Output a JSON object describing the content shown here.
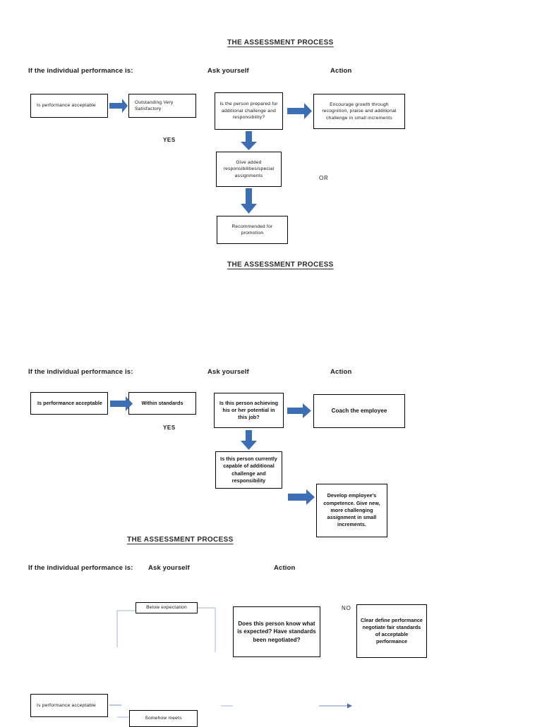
{
  "document": {
    "title": "THE ASSESSMENT PROCESS"
  },
  "colors": {
    "arrow_blue": "#3b6eb5",
    "thin_connector_blue": "#9fb6d9",
    "box_border": "#000000",
    "text": "#111111",
    "page_background": "#ffffff"
  },
  "sections": [
    {
      "id": "section-1",
      "title": "THE ASSESSMENT PROCESS",
      "headers": {
        "left": "If the individual performance is:",
        "middle": "Ask yourself",
        "right": "Action"
      },
      "flags": {
        "yes": "YES",
        "or": "OR"
      },
      "boxes": {
        "performance": "Is performance acceptable",
        "rating": "Outstanding Very Satisfactory",
        "question": "Is the person prepared for additional challenge and responsibility?",
        "action": "Encourage growth through recognition, praise and additional challenge in small increments",
        "added_responsibility": "Give added responsibilities/special assignments",
        "promotion": "Recommended for promotion"
      }
    },
    {
      "id": "section-2",
      "title": "THE ASSESSMENT PROCESS",
      "headers": {
        "left": "If the individual performance is:",
        "middle": "Ask yourself",
        "right": "Action"
      },
      "flags": {
        "yes": "YES"
      },
      "boxes": {
        "performance": "Is performance acceptable",
        "rating": "Within standards",
        "question": "Is this person achieving his or her potential in this job?",
        "action": "Coach the employee",
        "question2": "Is this person currently capable of additional challenge and responsibility",
        "action2": "Develop employee's competence. Give new, more challenging assignment in small increments."
      }
    },
    {
      "id": "section-3",
      "title": "THE ASSESSMENT PROCESS",
      "headers": {
        "left": "If the individual performance is:",
        "middle": "Ask yourself",
        "right": "Action"
      },
      "flags": {
        "no": "NO"
      },
      "boxes": {
        "rating": "Below expectation",
        "question": "Does this person know what is expected? Have standards been negotiated?",
        "action": "Clear define performance negotiate fair standards of acceptable performance",
        "performance": "Is performance acceptable",
        "rating2": "Somehow meets"
      }
    }
  ]
}
